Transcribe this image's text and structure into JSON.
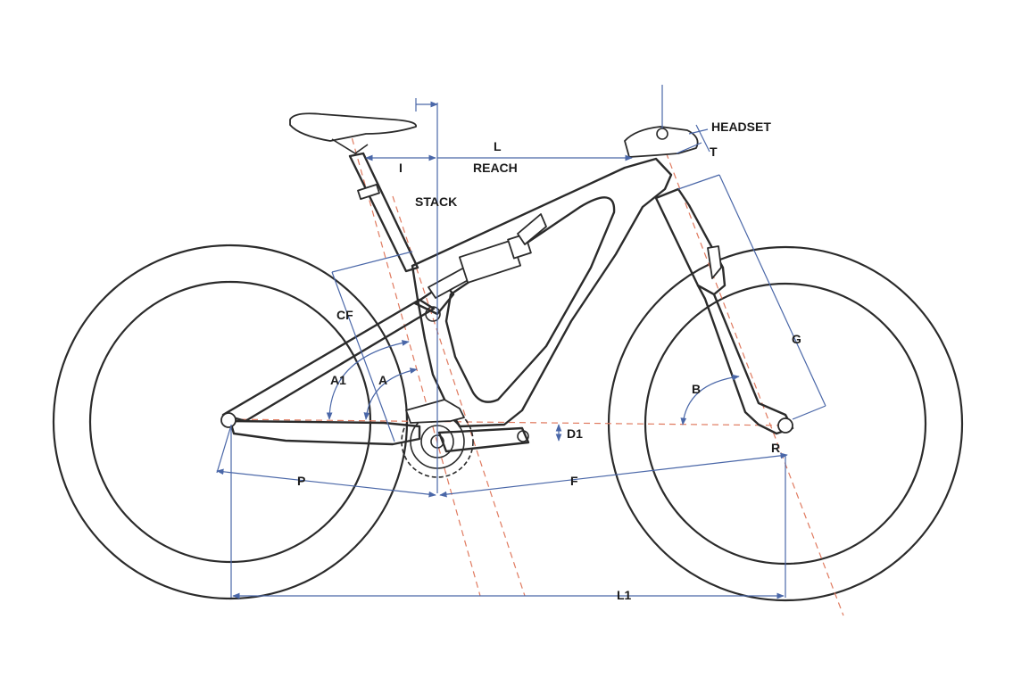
{
  "labels": {
    "headset": "HEADSET",
    "t": "T",
    "l": "L",
    "i": "I",
    "reach": "REACH",
    "stack": "STACK",
    "cf": "CF",
    "g": "G",
    "a1": "A1",
    "a": "A",
    "b": "B",
    "d1": "D1",
    "r": "R",
    "p": "P",
    "f": "F",
    "l1": "L1"
  },
  "colors": {
    "frame": "#2b2b2b",
    "dimension": "#4a67a8",
    "centerline": "#e07a5f",
    "background": "#ffffff"
  }
}
